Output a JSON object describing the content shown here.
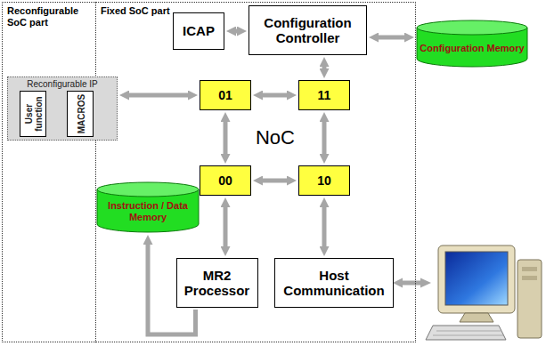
{
  "diagram": {
    "nodes": [
      {
        "text": [
          "Reconfigurable SoC part"
        ]
      },
      {
        "text": [
          "Fixed SoC part"
        ]
      },
      {
        "text": [
          "Reconfigurable IP"
        ]
      },
      {
        "text": [
          "User function"
        ],
        "in": 2
      },
      {
        "text": [
          "MACROS"
        ],
        "in": 2
      },
      {
        "text": [
          "ICAP"
        ],
        "in": 1
      },
      {
        "text": [
          "Configuration Controller"
        ],
        "in": 1
      },
      {
        "text": [
          "Configuration Memory"
        ]
      },
      {
        "text": [
          "01"
        ],
        "in": 1
      },
      {
        "text": [
          "11"
        ],
        "in": 1
      },
      {
        "text": [
          "00"
        ],
        "in": 1
      },
      {
        "text": [
          "10"
        ],
        "in": 1
      },
      {
        "text": [
          "Instruction / Data Memory"
        ],
        "in": 1
      },
      {
        "text": [
          "MR2 Processor"
        ],
        "in": 1
      },
      {
        "text": [
          "Host Communication"
        ],
        "in": 1
      }
    ],
    "edges": [
      {
        "from": 5,
        "to": 6,
        "arrow": "both"
      },
      {
        "from": 6,
        "to": 7,
        "arrow": "both"
      },
      {
        "from": 2,
        "to": 8,
        "arrow": "both"
      },
      {
        "from": 8,
        "to": 9,
        "arrow": "both"
      },
      {
        "from": 6,
        "to": 9,
        "arrow": "both"
      },
      {
        "from": 8,
        "to": 10,
        "arrow": "both"
      },
      {
        "from": 9,
        "to": 11,
        "arrow": "both"
      },
      {
        "from": 10,
        "to": 11,
        "arrow": "both"
      },
      {
        "from": 10,
        "to": 13,
        "arrow": "both"
      },
      {
        "from": 11,
        "to": 14,
        "arrow": "both"
      },
      {
        "from": 13,
        "to": 12,
        "arrow": "to"
      }
    ],
    "labels": [
      "NoC"
    ]
  }
}
